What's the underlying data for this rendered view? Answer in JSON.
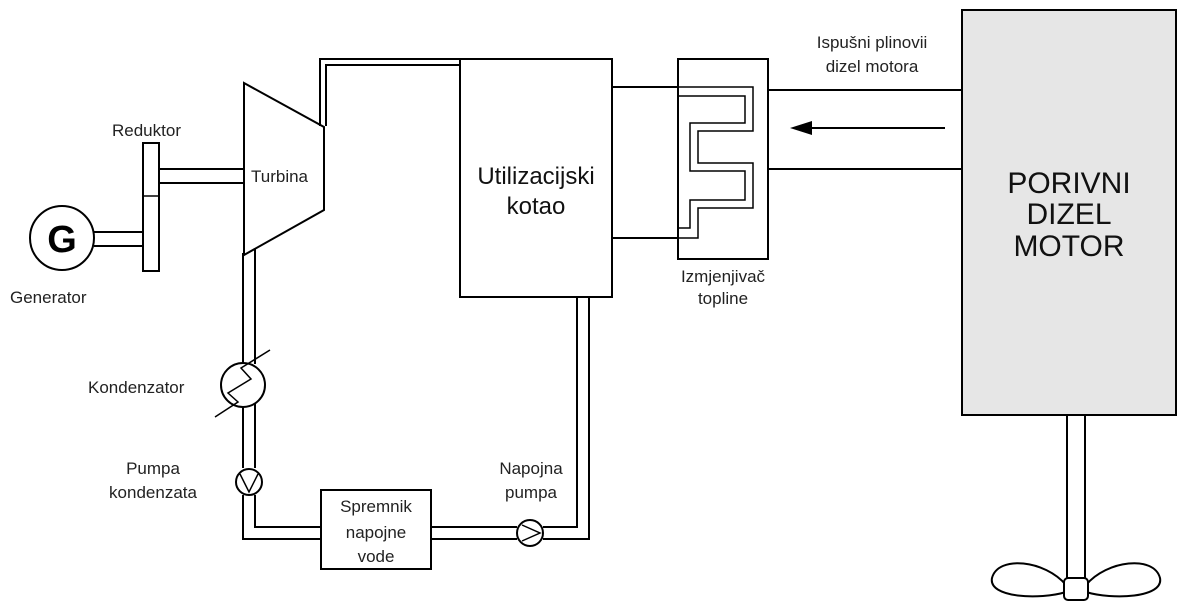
{
  "labels": {
    "generator_symbol": "G",
    "generator": "Generator",
    "reduktor": "Reduktor",
    "turbina": "Turbina",
    "kotao_line1": "Utilizacijski",
    "kotao_line2": "kotao",
    "izmjenjivac_line1": "Izmjenjivač",
    "izmjenjivac_line2": "topline",
    "ispusni_line1": "Ispušni plinovii",
    "ispusni_line2": "dizel motora",
    "motor_line1": "PORIVNI",
    "motor_line2": "DIZEL",
    "motor_line3": "MOTOR",
    "kondenzator": "Kondenzator",
    "pumpa_line1": "Pumpa",
    "pumpa_line2": "kondenzata",
    "spremnik_line1": "Spremnik",
    "spremnik_line2": "napojne",
    "spremnik_line3": "vode",
    "napojna_line1": "Napojna",
    "napojna_line2": "pumpa"
  },
  "colors": {
    "line": "#000000",
    "motor_fill": "#e6e6e6",
    "background": "#ffffff"
  }
}
